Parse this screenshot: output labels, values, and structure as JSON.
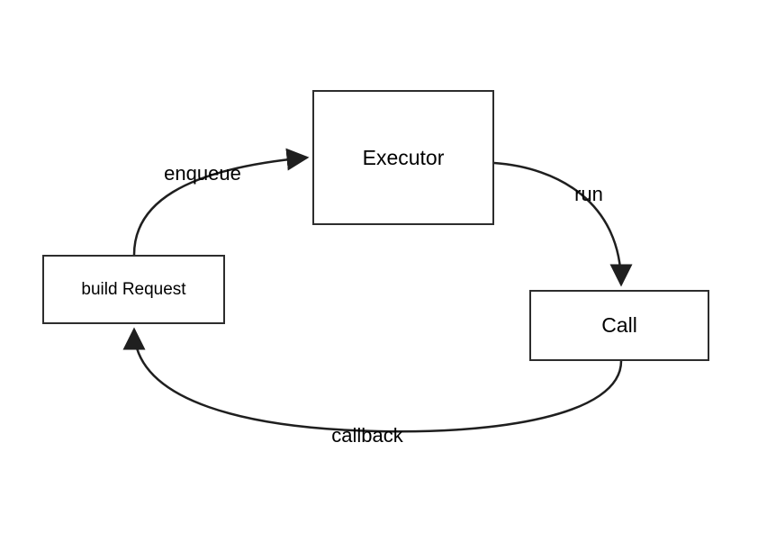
{
  "diagram": {
    "nodes": [
      {
        "id": "executor",
        "label": "Executor"
      },
      {
        "id": "build-request",
        "label": "build Request"
      },
      {
        "id": "call",
        "label": "Call"
      }
    ],
    "edges": [
      {
        "from": "build-request",
        "to": "executor",
        "label": "enqueue"
      },
      {
        "from": "executor",
        "to": "call",
        "label": "run"
      },
      {
        "from": "call",
        "to": "build-request",
        "label": "callback"
      }
    ],
    "colors": {
      "line": "#1f1f1f",
      "box_border": "#2d2d2d",
      "text": "#000000",
      "background": "#ffffff"
    }
  }
}
